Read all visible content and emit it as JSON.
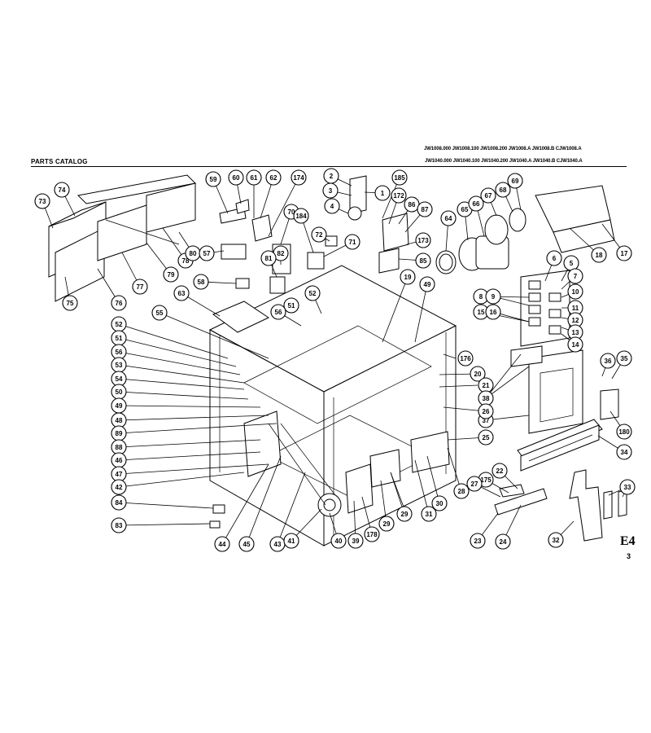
{
  "header": {
    "catalog_label": "PARTS CATALOG",
    "models_line1": "JW1008.000 JW1008.100 JW1008.200 JW1008.A JW1008.B CJW1008.A",
    "models_line2": "JW1040.000 JW1040.100 JW1040.200 JW1040.A JW1040.B CJW1040.A"
  },
  "footer": {
    "page_code": "E4",
    "page_number": "3"
  },
  "callouts": [
    {
      "id": "73"
    },
    {
      "id": "74"
    },
    {
      "id": "75"
    },
    {
      "id": "76"
    },
    {
      "id": "77"
    },
    {
      "id": "78"
    },
    {
      "id": "79"
    },
    {
      "id": "80"
    },
    {
      "id": "59"
    },
    {
      "id": "60"
    },
    {
      "id": "61"
    },
    {
      "id": "62"
    },
    {
      "id": "174"
    },
    {
      "id": "57"
    },
    {
      "id": "58"
    },
    {
      "id": "63"
    },
    {
      "id": "70"
    },
    {
      "id": "82"
    },
    {
      "id": "81"
    },
    {
      "id": "184"
    },
    {
      "id": "72"
    },
    {
      "id": "71"
    },
    {
      "id": "2"
    },
    {
      "id": "3"
    },
    {
      "id": "4"
    },
    {
      "id": "1"
    },
    {
      "id": "185"
    },
    {
      "id": "172"
    },
    {
      "id": "86"
    },
    {
      "id": "87"
    },
    {
      "id": "173"
    },
    {
      "id": "85"
    },
    {
      "id": "64"
    },
    {
      "id": "65"
    },
    {
      "id": "66"
    },
    {
      "id": "67"
    },
    {
      "id": "68"
    },
    {
      "id": "69"
    },
    {
      "id": "18"
    },
    {
      "id": "17"
    },
    {
      "id": "6"
    },
    {
      "id": "5"
    },
    {
      "id": "7"
    },
    {
      "id": "8"
    },
    {
      "id": "9"
    },
    {
      "id": "10"
    },
    {
      "id": "11"
    },
    {
      "id": "15"
    },
    {
      "id": "16"
    },
    {
      "id": "12"
    },
    {
      "id": "13"
    },
    {
      "id": "14"
    },
    {
      "id": "55"
    },
    {
      "id": "51a"
    },
    {
      "id": "52a"
    },
    {
      "id": "56a"
    },
    {
      "id": "19"
    },
    {
      "id": "49a"
    },
    {
      "id": "52b"
    },
    {
      "id": "51b"
    },
    {
      "id": "56b"
    },
    {
      "id": "53"
    },
    {
      "id": "54"
    },
    {
      "id": "50"
    },
    {
      "id": "49b"
    },
    {
      "id": "48"
    },
    {
      "id": "89"
    },
    {
      "id": "88"
    },
    {
      "id": "46"
    },
    {
      "id": "47"
    },
    {
      "id": "42"
    },
    {
      "id": "84"
    },
    {
      "id": "83"
    },
    {
      "id": "176"
    },
    {
      "id": "20"
    },
    {
      "id": "21"
    },
    {
      "id": "38"
    },
    {
      "id": "36"
    },
    {
      "id": "35"
    },
    {
      "id": "37"
    },
    {
      "id": "180"
    },
    {
      "id": "26"
    },
    {
      "id": "25"
    },
    {
      "id": "34"
    },
    {
      "id": "44"
    },
    {
      "id": "45"
    },
    {
      "id": "43"
    },
    {
      "id": "41"
    },
    {
      "id": "40"
    },
    {
      "id": "39"
    },
    {
      "id": "178"
    },
    {
      "id": "29a"
    },
    {
      "id": "29b"
    },
    {
      "id": "31"
    },
    {
      "id": "30"
    },
    {
      "id": "28"
    },
    {
      "id": "175"
    },
    {
      "id": "22"
    },
    {
      "id": "27"
    },
    {
      "id": "23"
    },
    {
      "id": "24"
    },
    {
      "id": "32"
    },
    {
      "id": "33"
    }
  ],
  "labels": {
    "73": "73",
    "74": "74",
    "75": "75",
    "76": "76",
    "77": "77",
    "78": "78",
    "79": "79",
    "80": "80",
    "59": "59",
    "60": "60",
    "61": "61",
    "62": "62",
    "174": "174",
    "57": "57",
    "58": "58",
    "63": "63",
    "70": "70",
    "82": "82",
    "81": "81",
    "184": "184",
    "72": "72",
    "71": "71",
    "2": "2",
    "3": "3",
    "4": "4",
    "1": "1",
    "185": "185",
    "172": "172",
    "86": "86",
    "87": "87",
    "173": "173",
    "85": "85",
    "64": "64",
    "65": "65",
    "66": "66",
    "67": "67",
    "68": "68",
    "69": "69",
    "18": "18",
    "17": "17",
    "6": "6",
    "5": "5",
    "7": "7",
    "8": "8",
    "9": "9",
    "10": "10",
    "11": "11",
    "15": "15",
    "16": "16",
    "12": "12",
    "13": "13",
    "14": "14",
    "55": "55",
    "51a": "51",
    "52a": "52",
    "56a": "56",
    "19": "19",
    "49a": "49",
    "52b": "52",
    "51b": "51",
    "56b": "56",
    "53": "53",
    "54": "54",
    "50": "50",
    "49b": "49",
    "48": "48",
    "89": "89",
    "88": "88",
    "46": "46",
    "47": "47",
    "42": "42",
    "84": "84",
    "83": "83",
    "176": "176",
    "20": "20",
    "21": "21",
    "38": "38",
    "36": "36",
    "35": "35",
    "37": "37",
    "180": "180",
    "26": "26",
    "25": "25",
    "34": "34",
    "44": "44",
    "45": "45",
    "43": "43",
    "41": "41",
    "40": "40",
    "39": "39",
    "178": "178",
    "29a": "29",
    "29b": "29",
    "31": "31",
    "30": "30",
    "28": "28",
    "175": "175",
    "22": "22",
    "27": "27",
    "23": "23",
    "24": "24",
    "32": "32",
    "33": "33"
  }
}
